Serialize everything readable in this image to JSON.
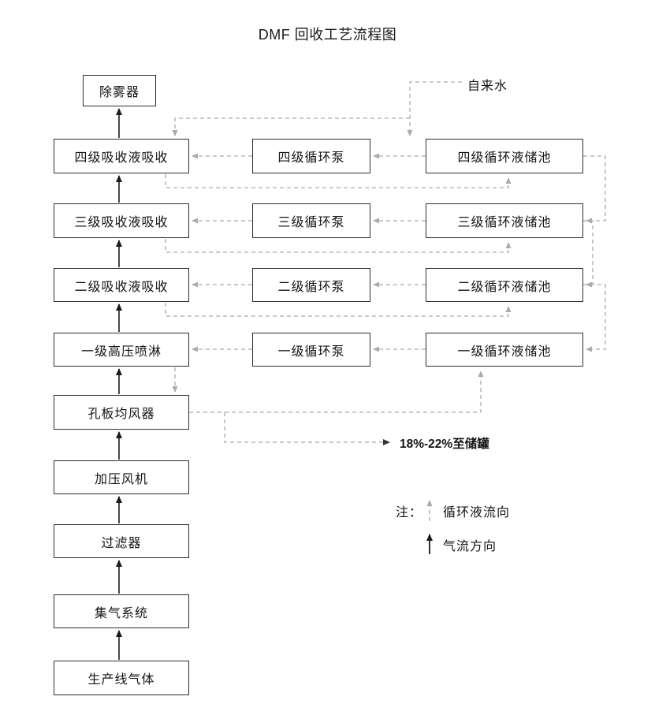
{
  "title": "DMF 回收工艺流程图",
  "annotations": {
    "tap_water_label": "自来水",
    "offtake_label": "18%-22%至储罐",
    "note_label": "注："
  },
  "legend": [
    {
      "label": "循环液流向",
      "style": "dashed-gray-up-arrow"
    },
    {
      "label": "气流方向",
      "style": "solid-black-up-arrow"
    }
  ],
  "colors": {
    "gas_flow": "#1a1a1a",
    "circulation_flow": "#ababab",
    "box_border": "#2f2f2f",
    "box_fill": "#ffffff"
  },
  "nodes": {
    "gas_path": [
      {
        "id": "production-gas",
        "label": "生产线气体"
      },
      {
        "id": "gas-collection",
        "label": "集气系统"
      },
      {
        "id": "filter",
        "label": "过滤器"
      },
      {
        "id": "pressure-fan",
        "label": "加压风机"
      },
      {
        "id": "orifice-distributor",
        "label": "孔板均风器"
      },
      {
        "id": "stage1-spray",
        "label": "一级高压喷淋"
      },
      {
        "id": "stage2-absorber",
        "label": "二级吸收液吸收"
      },
      {
        "id": "stage3-absorber",
        "label": "三级吸收液吸收"
      },
      {
        "id": "stage4-absorber",
        "label": "四级吸收液吸收"
      },
      {
        "id": "demister",
        "label": "除雾器"
      }
    ],
    "pumps": [
      {
        "id": "pump4",
        "label": "四级循环泵"
      },
      {
        "id": "pump3",
        "label": "三级循环泵"
      },
      {
        "id": "pump2",
        "label": "二级循环泵"
      },
      {
        "id": "pump1",
        "label": "一级循环泵"
      }
    ],
    "tanks": [
      {
        "id": "tank4",
        "label": "四级循环液储池"
      },
      {
        "id": "tank3",
        "label": "三级循环液储池"
      },
      {
        "id": "tank2",
        "label": "二级循环液储池"
      },
      {
        "id": "tank1",
        "label": "一级循环液储池"
      }
    ]
  },
  "edges": [
    {
      "from": "production-gas",
      "to": "gas-collection",
      "type": "gas"
    },
    {
      "from": "gas-collection",
      "to": "filter",
      "type": "gas"
    },
    {
      "from": "filter",
      "to": "pressure-fan",
      "type": "gas"
    },
    {
      "from": "pressure-fan",
      "to": "orifice-distributor",
      "type": "gas"
    },
    {
      "from": "orifice-distributor",
      "to": "stage1-spray",
      "type": "gas"
    },
    {
      "from": "stage1-spray",
      "to": "stage2-absorber",
      "type": "gas"
    },
    {
      "from": "stage2-absorber",
      "to": "stage3-absorber",
      "type": "gas"
    },
    {
      "from": "stage3-absorber",
      "to": "stage4-absorber",
      "type": "gas"
    },
    {
      "from": "stage4-absorber",
      "to": "demister",
      "type": "gas"
    },
    {
      "from": "tank4",
      "to": "pump4",
      "type": "liquid"
    },
    {
      "from": "pump4",
      "to": "stage4-absorber",
      "type": "liquid"
    },
    {
      "from": "tank3",
      "to": "pump3",
      "type": "liquid"
    },
    {
      "from": "pump3",
      "to": "stage3-absorber",
      "type": "liquid"
    },
    {
      "from": "tank2",
      "to": "pump2",
      "type": "liquid"
    },
    {
      "from": "pump2",
      "to": "stage2-absorber",
      "type": "liquid"
    },
    {
      "from": "tank1",
      "to": "pump1",
      "type": "liquid"
    },
    {
      "from": "pump1",
      "to": "stage1-spray",
      "type": "liquid"
    },
    {
      "from": "tap-water",
      "to": "stage4-circuit",
      "type": "liquid"
    },
    {
      "from": "tap-water",
      "to": "stage4-absorber",
      "type": "liquid"
    },
    {
      "from": "stage4-absorber",
      "to": "tank4",
      "type": "liquid"
    },
    {
      "from": "stage3-absorber",
      "to": "tank3",
      "type": "liquid"
    },
    {
      "from": "stage2-absorber",
      "to": "tank2",
      "type": "liquid"
    },
    {
      "from": "stage1-spray",
      "to": "orifice-distributor",
      "type": "liquid"
    },
    {
      "from": "orifice-distributor",
      "to": "tank1",
      "type": "liquid"
    },
    {
      "from": "tank4",
      "to": "tank3",
      "type": "liquid"
    },
    {
      "from": "tank3",
      "to": "tank2",
      "type": "liquid"
    },
    {
      "from": "tank2",
      "to": "tank1",
      "type": "liquid"
    },
    {
      "from": "stage1-circuit",
      "to": "offtake-18-22-storage",
      "type": "liquid"
    }
  ]
}
